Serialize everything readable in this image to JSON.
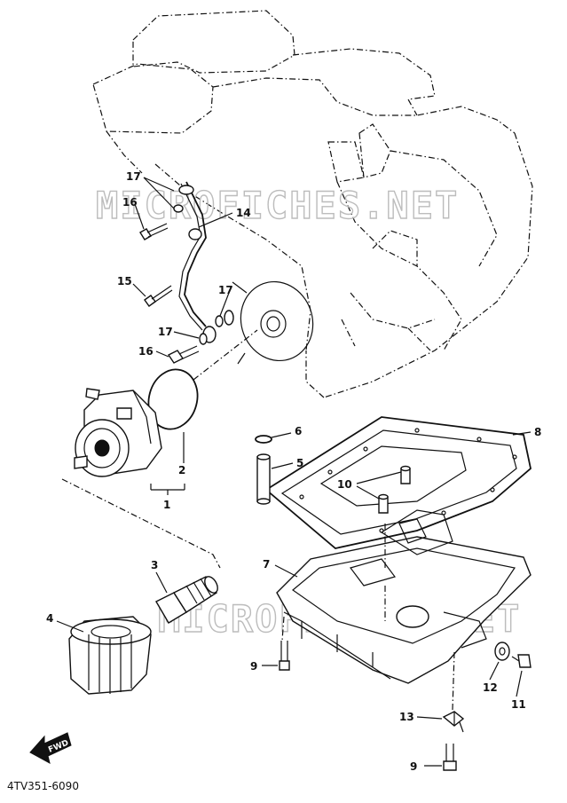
{
  "diagram": {
    "watermark": "MICROFICHES.NET",
    "drawing_code": "4TV351-6090",
    "direction_label": "FWD",
    "callouts": [
      {
        "id": "c17a",
        "label": "17"
      },
      {
        "id": "c16a",
        "label": "16"
      },
      {
        "id": "c14",
        "label": "14"
      },
      {
        "id": "c15",
        "label": "15"
      },
      {
        "id": "c17b",
        "label": "17"
      },
      {
        "id": "c17c",
        "label": "17"
      },
      {
        "id": "c16b",
        "label": "16"
      },
      {
        "id": "c6",
        "label": "6"
      },
      {
        "id": "c8",
        "label": "8"
      },
      {
        "id": "c5",
        "label": "5"
      },
      {
        "id": "c2",
        "label": "2"
      },
      {
        "id": "c10",
        "label": "10"
      },
      {
        "id": "c1",
        "label": "1"
      },
      {
        "id": "c3",
        "label": "3"
      },
      {
        "id": "c7",
        "label": "7"
      },
      {
        "id": "c4",
        "label": "4"
      },
      {
        "id": "c9a",
        "label": "9"
      },
      {
        "id": "c12",
        "label": "12"
      },
      {
        "id": "c11",
        "label": "11"
      },
      {
        "id": "c13",
        "label": "13"
      },
      {
        "id": "c9b",
        "label": "9"
      }
    ]
  }
}
